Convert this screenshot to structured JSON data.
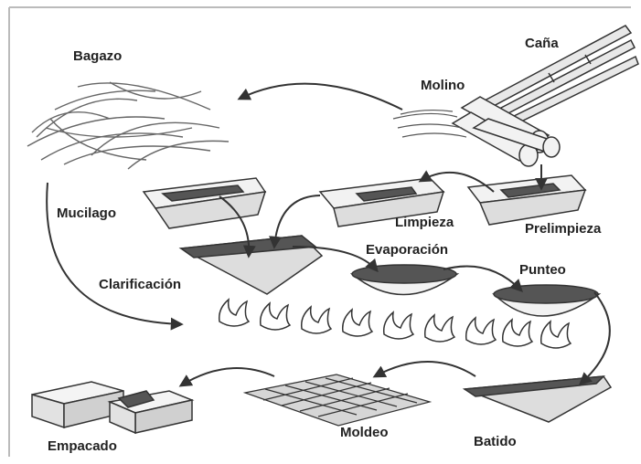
{
  "labels": {
    "cana": "Caña",
    "bagazo": "Bagazo",
    "molino": "Molino",
    "mucilago": "Mucilago",
    "limpieza": "Limpieza",
    "prelimpieza": "Prelimpieza",
    "evaporacion": "Evaporación",
    "clarificacion": "Clarificación",
    "punteo": "Punteo",
    "empacado": "Empacado",
    "moldeo": "Moldeo",
    "batido": "Batido"
  },
  "colors": {
    "line": "#333333",
    "fill_light": "#f2f2f2",
    "fill_mid": "#bdbdbd",
    "fill_dark": "#555555",
    "frame": "#bbbbbb"
  }
}
